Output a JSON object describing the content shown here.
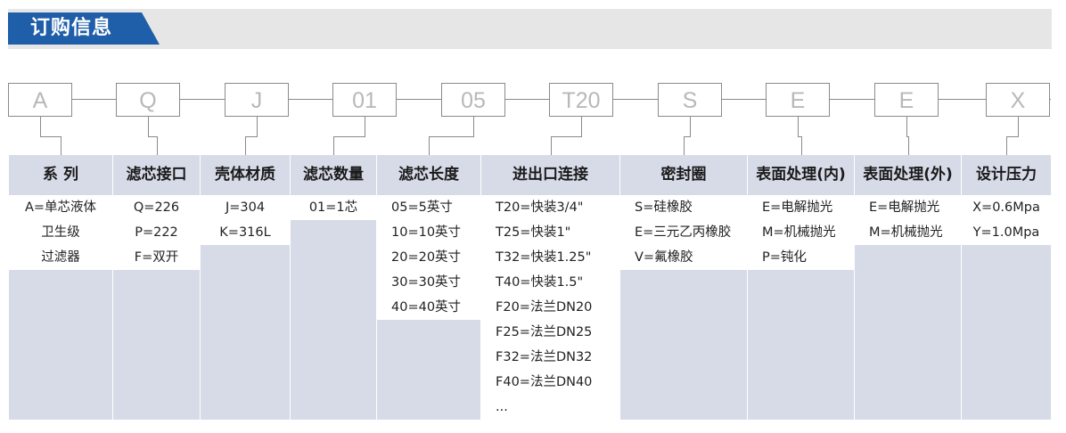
{
  "header": {
    "title": "订购信息"
  },
  "codes": [
    "A",
    "Q",
    "J",
    "01",
    "05",
    "T20",
    "S",
    "E",
    "E",
    "X"
  ],
  "columns": [
    {
      "header": "系  列",
      "items": [
        "A=单芯液体",
        "卫生级",
        "过滤器"
      ]
    },
    {
      "header": "滤芯接口",
      "items": [
        "Q=226",
        "P=222",
        "F=双开"
      ]
    },
    {
      "header": "壳体材质",
      "items": [
        "J=304",
        "K=316L"
      ]
    },
    {
      "header": "滤芯数量",
      "items": [
        "01=1芯"
      ]
    },
    {
      "header": "滤芯长度",
      "items": [
        "05=5英寸",
        "10=10英寸",
        "20=20英寸",
        "30=30英寸",
        "40=40英寸"
      ]
    },
    {
      "header": "进出口连接",
      "items": [
        "T20=快装3/4\"",
        "T25=快装1\"",
        "T32=快装1.25\"",
        "T40=快装1.5\"",
        "F20=法兰DN20",
        "F25=法兰DN25",
        "F32=法兰DN32",
        "F40=法兰DN40",
        "..."
      ]
    },
    {
      "header": "密封圈",
      "items": [
        "S=硅橡胶",
        "E=三元乙丙橡胶",
        "V=氟橡胶"
      ]
    },
    {
      "header": "表面处理(内)",
      "items": [
        "E=电解抛光",
        "M=机械抛光",
        "P=钝化"
      ]
    },
    {
      "header": "表面处理(外)",
      "items": [
        "E=电解抛光",
        "M=机械抛光"
      ]
    },
    {
      "header": "设计压力",
      "items": [
        "X=0.6Mpa",
        "Y=1.0Mpa"
      ]
    }
  ],
  "colors": {
    "accent": "#1f5ea8",
    "header_bar": "#e6e6e6",
    "column_bg": "#d7dbe8",
    "code_text": "#b8b8b8"
  }
}
